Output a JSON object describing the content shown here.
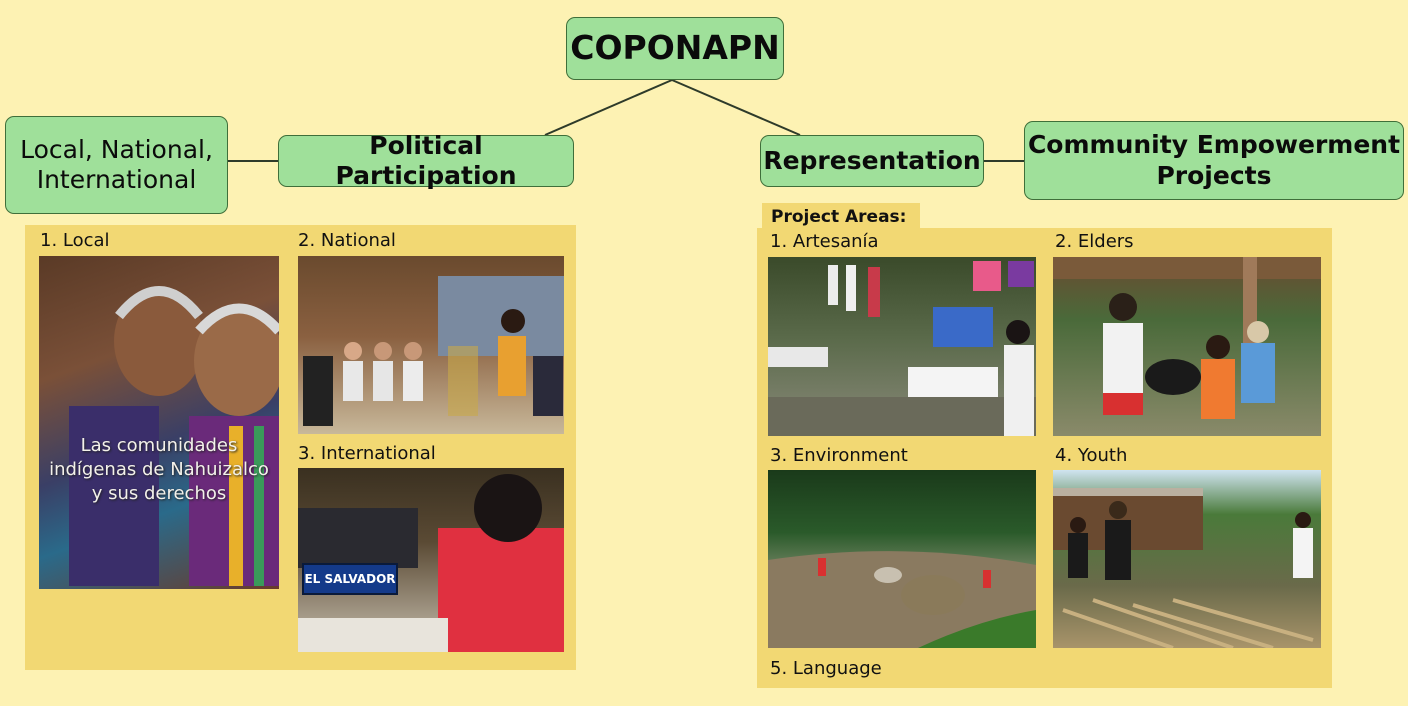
{
  "nodes": {
    "root": "COPONAPN",
    "political_participation": "Political Participation",
    "levels": "Local, National, International",
    "representation": "Representation",
    "community_empowerment": "Community Empowerment Projects"
  },
  "political_levels": {
    "local": "1. Local",
    "national": "2. National",
    "international": "3. International"
  },
  "photo_texts": {
    "local_caption": "Las comunidades indígenas de Nahuizalco y sus derechos",
    "international_sign": "EL SALVADOR"
  },
  "project_areas": {
    "heading": "Project Areas:",
    "items": [
      "1. Artesanía",
      "2. Elders",
      "3. Environment",
      "4. Youth",
      "5. Language"
    ]
  },
  "colors": {
    "background": "#fdf2b3",
    "node_fill": "#9fe09a",
    "node_border": "#3f6f3a",
    "panel_fill": "#f2d873"
  }
}
